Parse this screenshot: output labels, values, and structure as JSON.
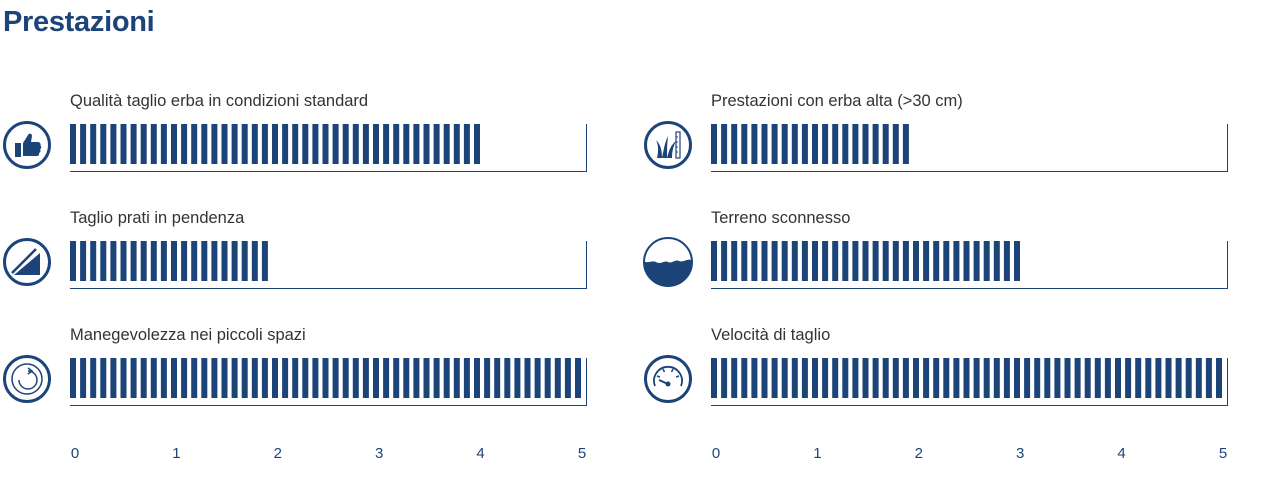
{
  "title": "Prestazioni",
  "accent_color": "#1d4479",
  "scale_max": 5,
  "scale_ticks": [
    "0",
    "1",
    "2",
    "3",
    "4",
    "5"
  ],
  "columns": [
    {
      "rows": [
        {
          "label": "Qualità taglio erba in condizioni standard",
          "icon": "thumbs-up-icon",
          "value": 4.05
        },
        {
          "label": "Taglio prati in pendenza",
          "icon": "slope-icon",
          "value": 2.0
        },
        {
          "label": "Manegevolezza nei piccoli spazi",
          "icon": "rotation-icon",
          "value": 5.0
        }
      ]
    },
    {
      "rows": [
        {
          "label": "Prestazioni con erba alta (>30 cm)",
          "icon": "tall-grass-icon",
          "value": 2.0
        },
        {
          "label": "Terreno sconnesso",
          "icon": "rough-terrain-icon",
          "value": 3.0
        },
        {
          "label": "Velocità di taglio",
          "icon": "speedometer-icon",
          "value": 5.0
        }
      ]
    }
  ]
}
